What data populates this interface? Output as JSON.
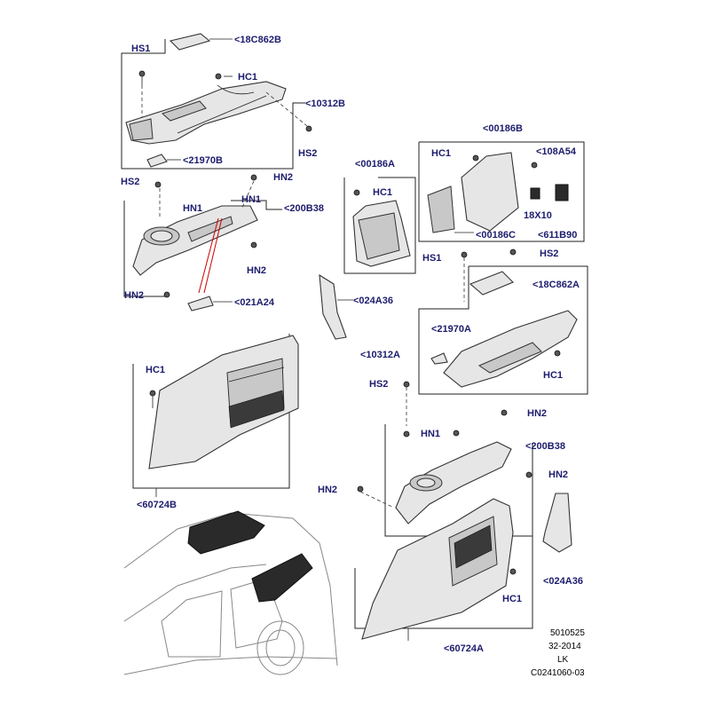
{
  "labels": {
    "hs1_top": "HS1",
    "c18c862b": "<18C862B",
    "hc1_top": "HC1",
    "c10312b": "<10312B",
    "hs2_top": "HS2",
    "c21970b": "<21970B",
    "hs2_left": "HS2",
    "hn2_a": "HN2",
    "hn1_a": "HN1",
    "hn1_b": "HN1",
    "c200b38_top": "<200B38",
    "hn2_b": "HN2",
    "hn2_c": "HN2",
    "c021a24": "<021A24",
    "hc1_mid": "HC1",
    "c60724b": "<60724B",
    "c00186a": "<00186A",
    "hc1_a": "HC1",
    "c024a36_mid": "<024A36",
    "c00186b": "<00186B",
    "hc1_b": "HC1",
    "c108a54": "<108A54",
    "c18x10": "18X10",
    "c00186c": "<00186C",
    "c611b90": "<611B90",
    "hs1_right": "HS1",
    "hs2_right": "HS2",
    "c18c862a": "<18C862A",
    "c21970a": "<21970A",
    "c10312a": "<10312A",
    "hc1_c": "HC1",
    "hs2_r2": "HS2",
    "hn2_d": "HN2",
    "hn1_c": "HN1",
    "c200b38_bot": "<200B38",
    "hn2_e": "HN2",
    "hn2_f": "HN2",
    "c024a36_bot": "<024A36",
    "hc1_d": "HC1",
    "c60724a": "<60724A"
  },
  "footer": {
    "line1": "5010525",
    "line2": "32-2014",
    "line3": "LK",
    "line4": "C0241060-03"
  },
  "colors": {
    "label": "#1c1c6e",
    "line": "#222222",
    "part_fill": "#e6e6e6",
    "highlight_line": "#cc0000"
  }
}
